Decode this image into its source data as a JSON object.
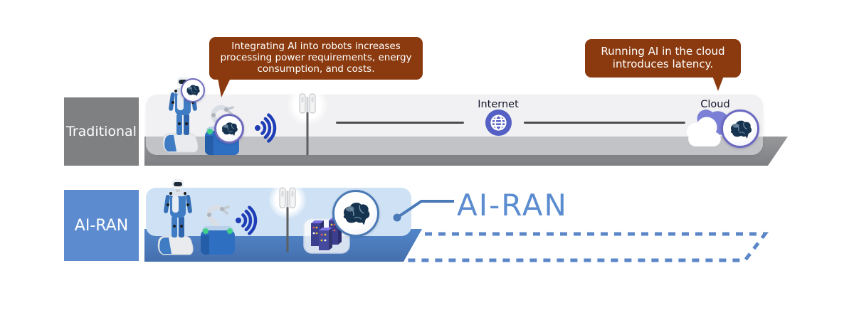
{
  "callouts": {
    "robots": {
      "text": "Integrating AI into robots increases processing power requirements, energy consumption, and costs."
    },
    "cloud": {
      "text": "Running AI in the cloud introduces latency."
    }
  },
  "rows": {
    "traditional": {
      "label": "Traditional",
      "internet_label": "Internet",
      "cloud_label": "Cloud"
    },
    "ai_ran": {
      "label": "AI-RAN",
      "annotation": "AI-RAN"
    }
  },
  "icons": {
    "humanoid_robot": "humanoid-robot-icon",
    "arm_robot": "arm-robot-icon",
    "ai_brain": "ai-brain-icon",
    "wifi": "wifi-signal-icon",
    "antenna": "cell-antenna-icon",
    "internet_globe": "internet-globe-icon",
    "cloud": "cloud-icon",
    "gpu_server": "gpu-server-stack-icon"
  },
  "colors": {
    "callout_brown": "#8a3a0e",
    "traditional_label_gray": "#7f8082",
    "traditional_row_bg": "#f1f1f3",
    "traditional_band_gray": "#8e8f91",
    "ai_ran_label_blue": "#5c8ccf",
    "ai_ran_row_bg": "#cfe2f5",
    "ai_ran_band_blue": "#4c80c4",
    "ai_ran_title_blue": "#5c8cd0",
    "dashed_outline_blue": "#5b86c8",
    "wifi_blue": "#1e3db6",
    "internet_globe_purple": "#5560c4",
    "badge_ring_purple": "#6f6bbd",
    "badge_ring_steel_blue": "#4a7ab5",
    "connection_line_gray": "#4e4e50"
  }
}
